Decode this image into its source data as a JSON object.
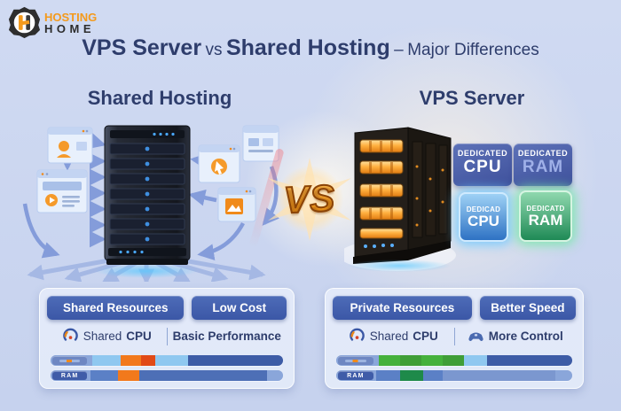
{
  "brand": {
    "name_top": "HOSTING",
    "name_bottom": "HOME"
  },
  "title": {
    "bold1": "VPS Server",
    "mid": "vs",
    "bold2": "Shared Hosting",
    "dash": "–",
    "tail": "Major Differences"
  },
  "headings": {
    "left": "Shared Hosting",
    "right": "VPS Server"
  },
  "vs": "VS",
  "vps_chips": {
    "flat_cpu": {
      "top": "DEDICATED",
      "big": "CPU"
    },
    "flat_ram": {
      "top": "DEDICATED",
      "big": "RAM"
    },
    "ic_cpu": {
      "top": "DEDICAD",
      "big": "CPU"
    },
    "ic_ram": {
      "top": "DEDICATD",
      "big": "RAM"
    }
  },
  "colors": {
    "background": "#cdd8f1",
    "navy_text": "#2e3d6c",
    "button_blue": "#3f5ca8",
    "accent_orange": "#f2791c",
    "accent_red": "#e14a17",
    "accent_green": "#45b13c",
    "bar_track": "#8aa6da",
    "vs_orange": "#f29a1e"
  },
  "panels": {
    "left": {
      "button1": "Shared Resources",
      "button2": "Low Cost",
      "feature1": {
        "icon": "gauge-icon",
        "normal": "Shared",
        "bold": "CPU"
      },
      "feature2": {
        "bold": "Basic Performance"
      },
      "bars": [
        {
          "name": "cpu-bar-chip",
          "label": "",
          "segments": [
            {
              "c": "#8aa6da",
              "w": 18
            },
            {
              "c": "#8fc8f0",
              "w": 12
            },
            {
              "c": "#f2791c",
              "w": 9
            },
            {
              "c": "#e14a17",
              "w": 6
            },
            {
              "c": "#8fc8f0",
              "w": 14
            },
            {
              "c": "#3d5ca6",
              "w": 41
            }
          ]
        },
        {
          "name": "ram-bar-chip",
          "label": "RAM",
          "segments": [
            {
              "c": "#8aa6da",
              "w": 17
            },
            {
              "c": "#5b80c6",
              "w": 12
            },
            {
              "c": "#f2791c",
              "w": 9
            },
            {
              "c": "#4d6fb6",
              "w": 55
            },
            {
              "c": "#8aa6da",
              "w": 7
            }
          ]
        }
      ]
    },
    "right": {
      "button1": "Private Resources",
      "button2": "Better Speed",
      "feature1": {
        "icon": "gauge-icon",
        "normal": "Shared",
        "bold": "CPU"
      },
      "feature2": {
        "icon": "controller-icon",
        "bold": "More Control"
      },
      "bars": [
        {
          "name": "cpu-bar-chip",
          "label": "",
          "segments": [
            {
              "c": "#8aa6da",
              "w": 18
            },
            {
              "c": "#45b13c",
              "w": 9
            },
            {
              "c": "#3f9e37",
              "w": 9
            },
            {
              "c": "#45b13c",
              "w": 9
            },
            {
              "c": "#3f9e37",
              "w": 9
            },
            {
              "c": "#8fc8f0",
              "w": 10
            },
            {
              "c": "#3d5ca6",
              "w": 36
            }
          ]
        },
        {
          "name": "ram-bar-chip",
          "label": "RAM",
          "segments": [
            {
              "c": "#8aa6da",
              "w": 17
            },
            {
              "c": "#5b80c6",
              "w": 10
            },
            {
              "c": "#1e8a4a",
              "w": 10
            },
            {
              "c": "#5b80c6",
              "w": 8
            },
            {
              "c": "#7b97cf",
              "w": 48
            },
            {
              "c": "#8aa6da",
              "w": 7
            }
          ]
        }
      ]
    }
  }
}
